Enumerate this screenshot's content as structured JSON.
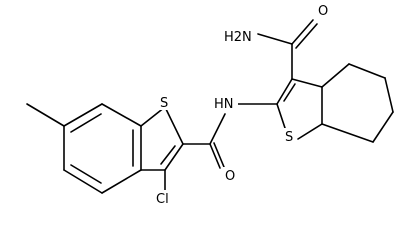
{
  "molecule": {
    "atom_labels": {
      "amide_nh2": "H2N",
      "amide_o_top": "O",
      "nh_linker": "HN",
      "s_left": "S",
      "s_right": "S",
      "o_bottom": "O",
      "cl": "Cl"
    }
  }
}
